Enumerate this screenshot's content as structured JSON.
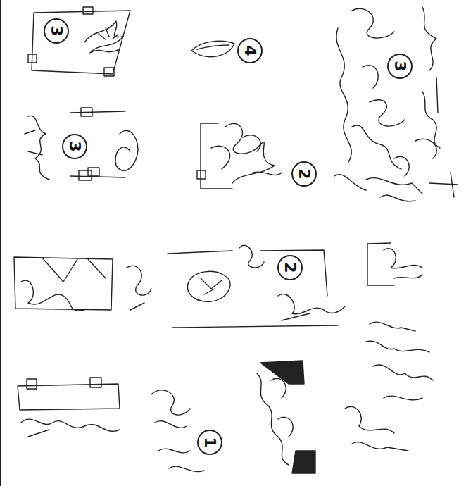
{
  "diagram": {
    "labels": [
      "3",
      "4",
      "3",
      "3",
      "2",
      "2",
      "1"
    ]
  }
}
